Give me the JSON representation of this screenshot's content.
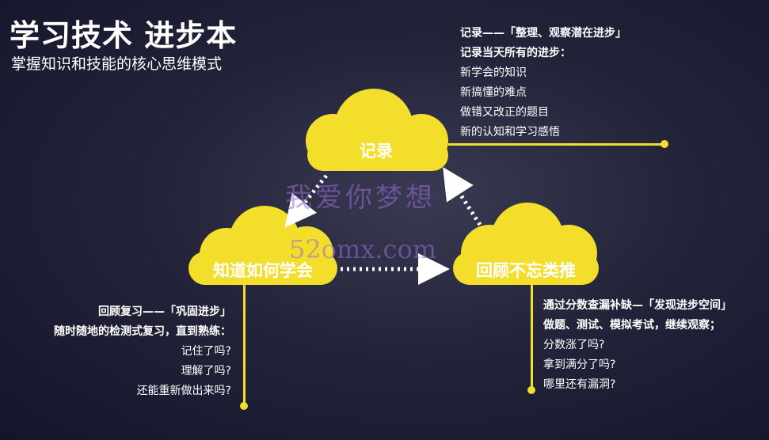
{
  "header": {
    "title": "学习技术 进步本",
    "subtitle": "掌握知识和技能的核心思维模式"
  },
  "clouds": {
    "top": "记录",
    "left": "知道如何学会",
    "right": "回顾不忘类推"
  },
  "notes": {
    "top": {
      "head1": "记录——「整理、观察潜在进步」",
      "head2": "记录当天所有的进步：",
      "items": [
        "新学会的知识",
        "新搞懂的难点",
        "做错又改正的题目",
        "新的认知和学习感悟"
      ]
    },
    "left": {
      "head1": "回顾复习——「巩固进步」",
      "head2": "随时随地的检测式复习，直到熟练：",
      "items": [
        "记住了吗?",
        "理解了吗?",
        "还能重新做出来吗?"
      ]
    },
    "right": {
      "head1": "通过分数查漏补缺—「发现进步空间」",
      "head2": "做题、测试、模拟考试，继续观察；",
      "items": [
        "分数涨了吗?",
        "拿到满分了吗?",
        "哪里还有漏洞?"
      ]
    }
  },
  "watermark": {
    "cn": "我爱你梦想",
    "en": "52omx.com"
  },
  "colors": {
    "accent": "#f3de2c",
    "background": "#1c1c30"
  }
}
